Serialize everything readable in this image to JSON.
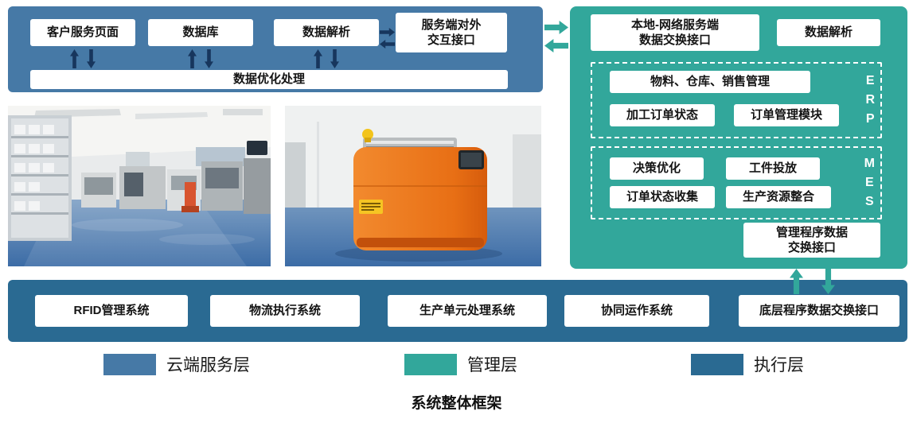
{
  "title": "系统整体框架",
  "cloud_panel": {
    "customer_service_page": "客户服务页面",
    "database": "数据库",
    "data_parsing": "数据解析",
    "external_interface": "服务端对外\n交互接口",
    "data_optimization": "数据优化处理"
  },
  "management_panel": {
    "network_exchange_interface": "本地-网络服务端\n数据交换接口",
    "data_parsing": "数据解析",
    "erp": {
      "vertical_label": "E\nR\nP",
      "material_warehouse_sales": "物料、仓库、销售管理",
      "processing_order_status": "加工订单状态",
      "order_management_module": "订单管理模块"
    },
    "mes": {
      "vertical_label": "M\nE\nS",
      "decision_optimization": "决策优化",
      "workpiece_dispatch": "工件投放",
      "order_status_collection": "订单状态收集",
      "production_resource_integration": "生产资源整合"
    },
    "management_program_interface": "管理程序数据\n交换接口"
  },
  "execution_layer": {
    "systems": [
      "RFID管理系统",
      "物流执行系统",
      "生产单元处理系统",
      "协同运作系统",
      "底层程序数据交换接口"
    ]
  },
  "legend": [
    {
      "label": "云端服务层",
      "color": "#4679a6"
    },
    {
      "label": "管理层",
      "color": "#32a79b"
    },
    {
      "label": "执行层",
      "color": "#2a6a92"
    }
  ],
  "photos": {
    "left": "smart-factory-lab-photo",
    "right": "orange-agv-robot-photo"
  }
}
